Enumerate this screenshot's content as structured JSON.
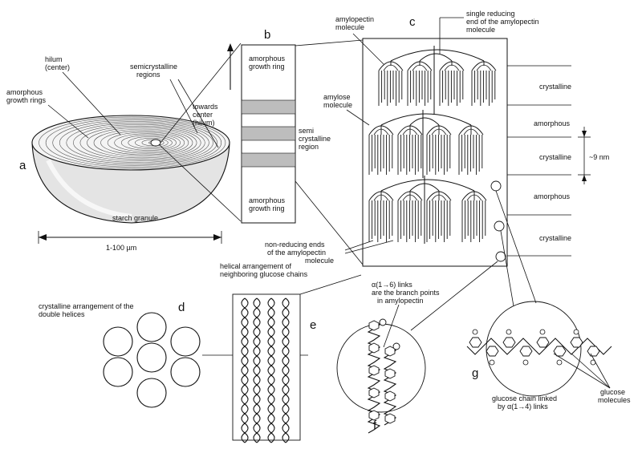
{
  "panels": {
    "a": "a",
    "b": "b",
    "c": "c",
    "d": "d",
    "e": "e",
    "f": "f",
    "g": "g"
  },
  "panel_a": {
    "hilum": [
      "hilum",
      "(center)"
    ],
    "amorphous_rings": [
      "amorphous",
      "growth rings"
    ],
    "semicrystalline": [
      "semicrystalline",
      "regions"
    ],
    "granule": "starch granule",
    "size": "1-100 µm"
  },
  "panel_b": {
    "top_ring": [
      "amorphous",
      "growth ring"
    ],
    "bottom_ring": [
      "amorphous",
      "growth ring"
    ],
    "semi_region": [
      "semi",
      "crystalline",
      "region"
    ],
    "towards_center": [
      "towards",
      "center",
      "(hilum)"
    ]
  },
  "panel_c": {
    "amylopectin": [
      "amylopectin",
      "molecule"
    ],
    "reducing_end": [
      "single reducing",
      "end of the amylopectin",
      "molecule"
    ],
    "amylose": [
      "amylose",
      "molecule"
    ],
    "non_reducing": [
      "non-reducing ends",
      "of the amylopectin",
      "molecule"
    ],
    "layers": [
      "crystalline",
      "amorphous",
      "crystalline",
      "amorphous",
      "crystalline"
    ],
    "dimension": "~9 nm"
  },
  "panel_d": {
    "caption": [
      "crystalline arrangement of the",
      "double helices"
    ]
  },
  "panel_e": {
    "caption": [
      "helical arrangement of",
      "neighboring glucose chains"
    ]
  },
  "panel_f": {
    "caption": [
      "α(1→6) links",
      "are the branch points",
      "in amylopectin"
    ]
  },
  "panel_g": {
    "chain_caption": [
      "glucose chain linked",
      "by α(1→4) links"
    ],
    "molecules": [
      "glucose",
      "molecules"
    ]
  }
}
